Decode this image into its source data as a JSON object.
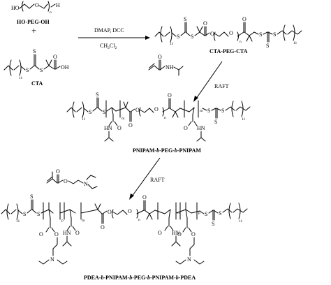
{
  "reactants": {
    "peg_structure_text": "HO-[-CH2-CH2-O-]n-",
    "peg_name": "HO-PEG-OH",
    "plus_sign": "+",
    "cta_name": "CTA",
    "cta_repeat": "11",
    "cta_oh": "OH",
    "cta_o": "O",
    "cta_s": "S"
  },
  "step1": {
    "reagents": "DMAP, DCC",
    "solvent": "CH2Cl2",
    "solvent_formula": [
      "CH",
      "2",
      "Cl",
      "2"
    ],
    "product_name": "CTA-PEG-CTA"
  },
  "step2": {
    "monomer_hint": "NIPAM",
    "monomer_nh": "NH",
    "method": "RAFT",
    "product_name": "PNIPAM-b-PEG-b-PNIPAM",
    "product_name_parts": [
      "PNIPAM-",
      "b",
      "-PEG-",
      "b",
      "-PNIPAM"
    ]
  },
  "step3": {
    "monomer_n": "N",
    "method": "RAFT",
    "product_name": "PDEA-b-PNIPAM-b-PEG-b-PNIPAM-b-PDEA",
    "product_name_parts": [
      "PDEA-",
      "b",
      "-PNIPAM-",
      "b",
      "-PEG-",
      "b",
      "-PNIPAM-",
      "b",
      "-PDEA"
    ]
  },
  "labels": {
    "n": "n",
    "m": "m",
    "p": "p",
    "eleven": "11",
    "S": "S",
    "O": "O",
    "N": "N",
    "NH": "HN"
  },
  "style": {
    "ink": "#000000",
    "background": "#ffffff"
  }
}
